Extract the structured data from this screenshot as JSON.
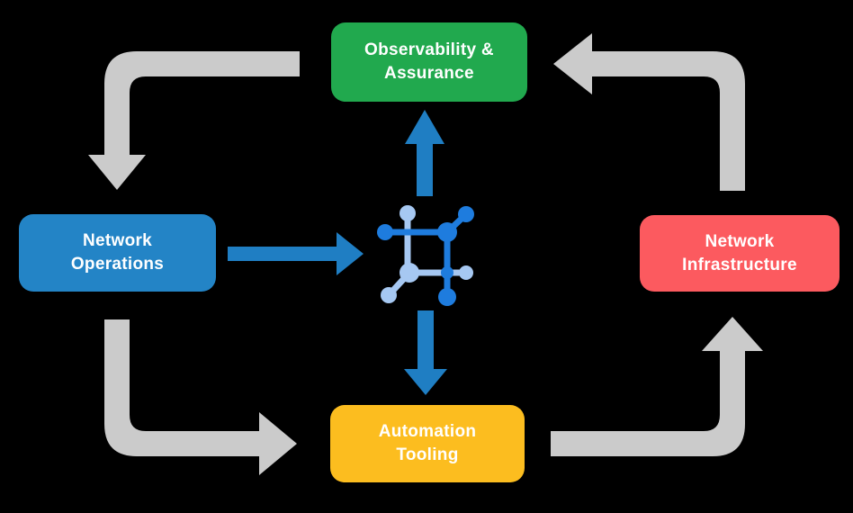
{
  "diagram": {
    "nodes": {
      "observability": {
        "label": "Observability &\nAssurance",
        "color": "#21A94E"
      },
      "operations": {
        "label": "Network\nOperations",
        "color": "#2384C6"
      },
      "infrastructure": {
        "label": "Network\nInfrastructure",
        "color": "#FC5A5F"
      },
      "automation": {
        "label": "Automation\nTooling",
        "color": "#FCBD1F"
      }
    },
    "icon": {
      "name": "network-mesh-icon"
    },
    "colors": {
      "background": "#000000",
      "arrow_gray": "#CBCBCB",
      "arrow_blue": "#1F7EC3",
      "icon_blue_dark": "#1E7CDE",
      "icon_blue_light": "#A6C8F2",
      "text": "#FFFFFF"
    }
  }
}
